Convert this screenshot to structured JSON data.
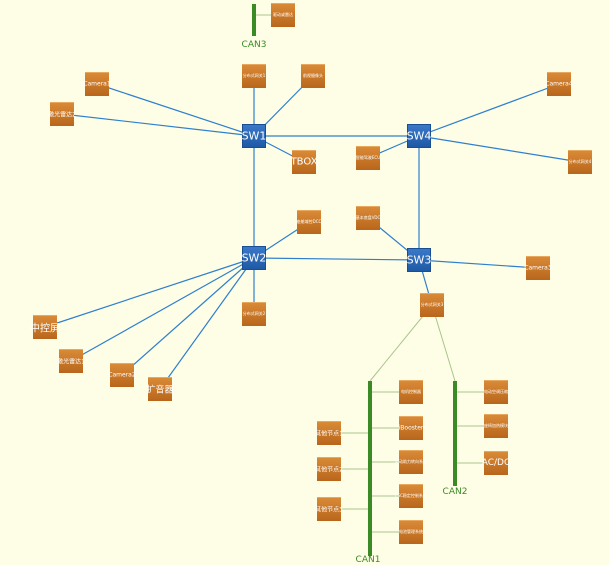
{
  "colors": {
    "link": "#2f7fce",
    "can_link": "#a9c48e",
    "bus": "#3a8a26"
  },
  "switches": [
    {
      "id": "sw1",
      "label": "SW1"
    },
    {
      "id": "sw2",
      "label": "SW2"
    },
    {
      "id": "sw3",
      "label": "SW3"
    },
    {
      "id": "sw4",
      "label": "SW4"
    }
  ],
  "buses": [
    {
      "id": "can1",
      "label": "CAN1"
    },
    {
      "id": "can2",
      "label": "CAN2"
    },
    {
      "id": "can3",
      "label": "CAN3"
    }
  ],
  "nodes": [
    {
      "id": "can3_dev",
      "label": "驱动或雷达"
    },
    {
      "id": "cam1",
      "label": "Camera1"
    },
    {
      "id": "lidar2",
      "label": "激光雷达2"
    },
    {
      "id": "dist1",
      "label": "分布式网关1"
    },
    {
      "id": "sw1_dev",
      "label": "前视摄像头"
    },
    {
      "id": "tbox",
      "label": "TBOX"
    },
    {
      "id": "cam4",
      "label": "Camera4"
    },
    {
      "id": "sw4_dev",
      "label": "智能驾驶ECU"
    },
    {
      "id": "dist4",
      "label": "分布式网关4"
    },
    {
      "id": "sw2_dev",
      "label": "座舱域控DCC"
    },
    {
      "id": "sw3_dev",
      "label": "基本底盘VDC"
    },
    {
      "id": "cam3",
      "label": "Camera3"
    },
    {
      "id": "center_screen",
      "label": "中控屏"
    },
    {
      "id": "lidar1",
      "label": "激光雷达1"
    },
    {
      "id": "cam2",
      "label": "Camera2"
    },
    {
      "id": "amp",
      "label": "扩音器"
    },
    {
      "id": "dist2",
      "label": "分布式网关2"
    },
    {
      "id": "dist3",
      "label": "分布式网关3"
    },
    {
      "id": "can1_dev1",
      "label": "电机控制器"
    },
    {
      "id": "can1_dev2",
      "label": "iBooster"
    },
    {
      "id": "can1_dev3",
      "label": "电动助力转向系统"
    },
    {
      "id": "can1_dev4",
      "label": "ESC稳定控制系统"
    },
    {
      "id": "can1_dev5",
      "label": "电池管理系统"
    },
    {
      "id": "other1",
      "label": "其他节点1"
    },
    {
      "id": "other2",
      "label": "其他节点2"
    },
    {
      "id": "other3",
      "label": "其他节点3"
    },
    {
      "id": "can2_dev1",
      "label": "电动空调压缩"
    },
    {
      "id": "can2_dev2",
      "label": "座椅加热模块"
    },
    {
      "id": "acdc",
      "label": "AC/DC"
    }
  ],
  "links": [
    [
      "sw1",
      "sw4"
    ],
    [
      "sw1",
      "sw2"
    ],
    [
      "sw2",
      "sw3"
    ],
    [
      "sw4",
      "sw3"
    ],
    [
      "sw1",
      "cam1"
    ],
    [
      "sw1",
      "lidar2"
    ],
    [
      "sw1",
      "dist1"
    ],
    [
      "sw1",
      "sw1_dev"
    ],
    [
      "sw1",
      "tbox"
    ],
    [
      "sw4",
      "cam4"
    ],
    [
      "sw4",
      "sw4_dev"
    ],
    [
      "sw4",
      "dist4"
    ],
    [
      "sw2",
      "sw2_dev"
    ],
    [
      "sw2",
      "center_screen"
    ],
    [
      "sw2",
      "lidar1"
    ],
    [
      "sw2",
      "cam2"
    ],
    [
      "sw2",
      "amp"
    ],
    [
      "sw2",
      "dist2"
    ],
    [
      "sw3",
      "sw3_dev"
    ],
    [
      "sw3",
      "cam3"
    ],
    [
      "sw3",
      "dist3"
    ]
  ]
}
